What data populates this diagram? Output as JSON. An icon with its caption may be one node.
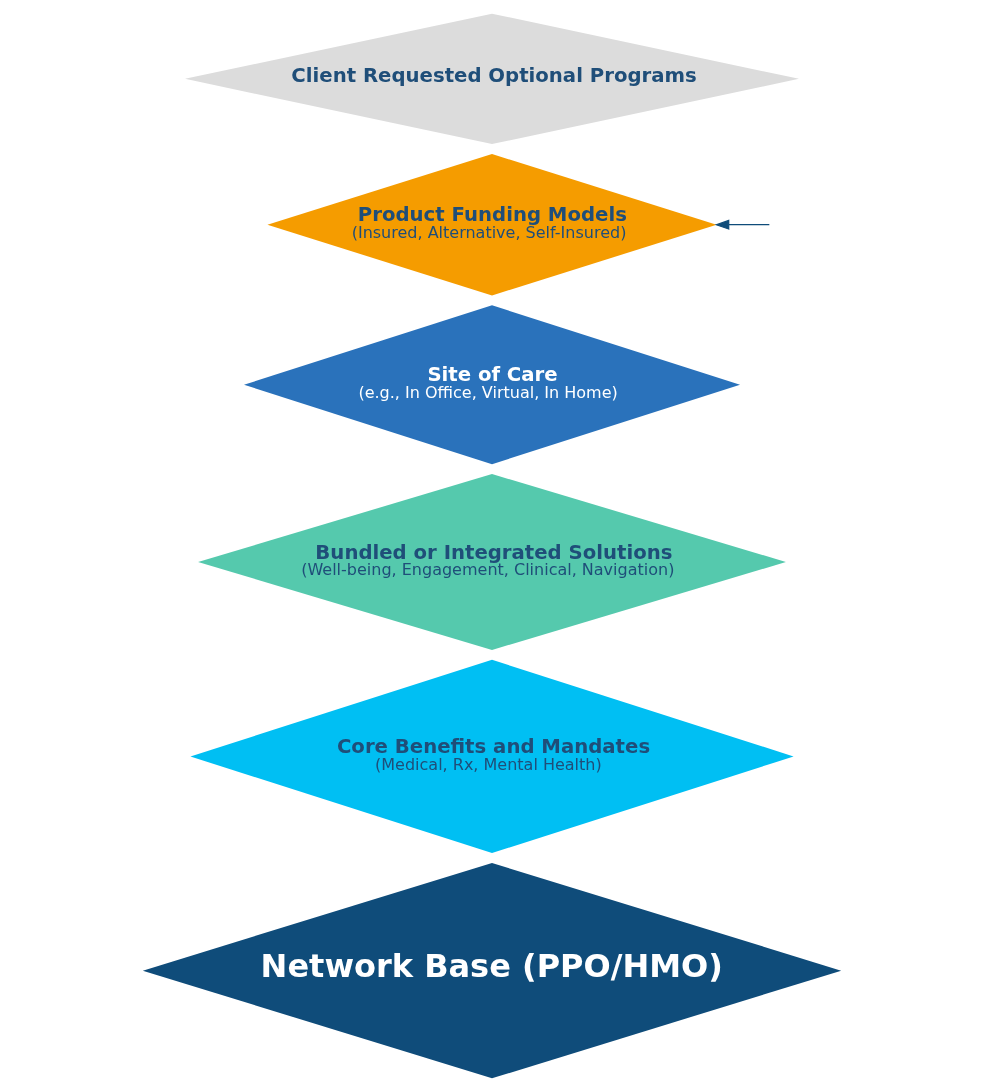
{
  "diagram": {
    "nodes": [
      {
        "text": [
          "Client Requested Optional Programs"
        ]
      },
      {
        "text": [
          "Product Funding Models",
          "(Insured, Alternative, Self-Insured)"
        ]
      },
      {
        "text": [
          "Site of Care",
          "(e.g., In Office, Virtual, In Home)"
        ]
      },
      {
        "text": [
          "Bundled or Integrated Solutions",
          "(Well-being, Engagement, Clinical, Navigation)"
        ]
      },
      {
        "text": [
          "Core Benefits and Mandates",
          "(Medical, Rx, Mental Health)"
        ]
      },
      {
        "text": [
          "Network Base (PPO/HMO)"
        ]
      }
    ],
    "edges": [
      {
        "from": null,
        "to": 1,
        "arrow": "to"
      }
    ]
  }
}
